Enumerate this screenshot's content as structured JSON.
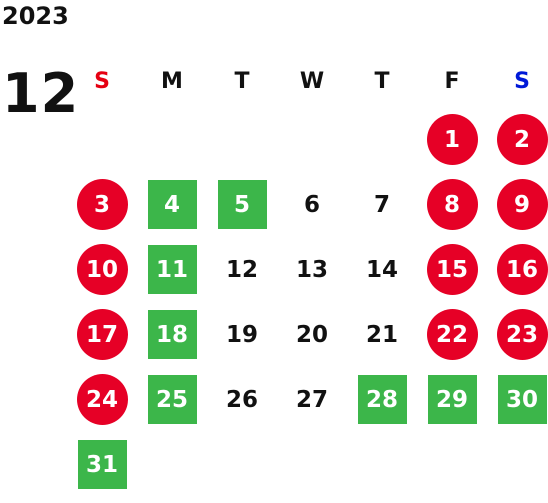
{
  "year": "2023",
  "month": "12",
  "colors": {
    "holiday": "#e60026",
    "closed": "#3cb64a",
    "sunday_header": "#e60012",
    "saturday_header": "#0019d8",
    "text": "#111111"
  },
  "weekdays": [
    {
      "label": "S",
      "kind": "sun"
    },
    {
      "label": "M",
      "kind": "weekday"
    },
    {
      "label": "T",
      "kind": "weekday"
    },
    {
      "label": "W",
      "kind": "weekday"
    },
    {
      "label": "T",
      "kind": "weekday"
    },
    {
      "label": "F",
      "kind": "weekday"
    },
    {
      "label": "S",
      "kind": "sat"
    }
  ],
  "first_weekday": 5,
  "days": [
    {
      "day": "1",
      "type": "holiday"
    },
    {
      "day": "2",
      "type": "holiday"
    },
    {
      "day": "3",
      "type": "holiday"
    },
    {
      "day": "4",
      "type": "closed"
    },
    {
      "day": "5",
      "type": "closed"
    },
    {
      "day": "6",
      "type": "normal"
    },
    {
      "day": "7",
      "type": "normal"
    },
    {
      "day": "8",
      "type": "holiday"
    },
    {
      "day": "9",
      "type": "holiday"
    },
    {
      "day": "10",
      "type": "holiday"
    },
    {
      "day": "11",
      "type": "closed"
    },
    {
      "day": "12",
      "type": "normal"
    },
    {
      "day": "13",
      "type": "normal"
    },
    {
      "day": "14",
      "type": "normal"
    },
    {
      "day": "15",
      "type": "holiday"
    },
    {
      "day": "16",
      "type": "holiday"
    },
    {
      "day": "17",
      "type": "holiday"
    },
    {
      "day": "18",
      "type": "closed"
    },
    {
      "day": "19",
      "type": "normal"
    },
    {
      "day": "20",
      "type": "normal"
    },
    {
      "day": "21",
      "type": "normal"
    },
    {
      "day": "22",
      "type": "holiday"
    },
    {
      "day": "23",
      "type": "holiday"
    },
    {
      "day": "24",
      "type": "holiday"
    },
    {
      "day": "25",
      "type": "closed"
    },
    {
      "day": "26",
      "type": "normal"
    },
    {
      "day": "27",
      "type": "normal"
    },
    {
      "day": "28",
      "type": "closed"
    },
    {
      "day": "29",
      "type": "closed"
    },
    {
      "day": "30",
      "type": "closed"
    },
    {
      "day": "31",
      "type": "closed"
    }
  ]
}
